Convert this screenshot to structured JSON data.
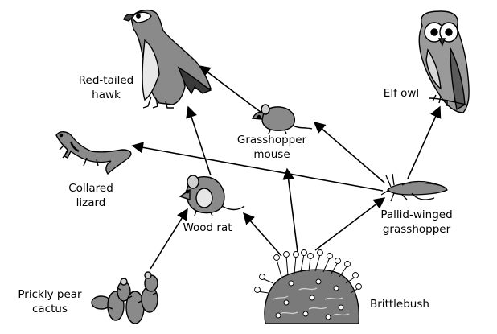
{
  "organisms": {
    "hawk": {
      "line1": "Red-tailed",
      "line2": "hawk",
      "icon": "hawk-icon"
    },
    "owl": {
      "line1": "Elf owl",
      "icon": "owl-icon"
    },
    "mouse": {
      "line1": "Grasshopper",
      "line2": "mouse",
      "icon": "mouse-icon"
    },
    "lizard": {
      "line1": "Collared",
      "line2": "lizard",
      "icon": "lizard-icon"
    },
    "woodrat": {
      "line1": "Wood rat",
      "icon": "rat-icon"
    },
    "grasshopper": {
      "line1": "Pallid-winged",
      "line2": "grasshopper",
      "icon": "grasshopper-icon"
    },
    "cactus": {
      "line1": "Prickly pear",
      "line2": "cactus",
      "icon": "cactus-icon"
    },
    "brittlebush": {
      "line1": "Brittlebush",
      "icon": "brittlebush-icon"
    }
  },
  "arrows": [
    {
      "from": "woodrat",
      "to": "hawk"
    },
    {
      "from": "mouse",
      "to": "hawk"
    },
    {
      "from": "grasshopper",
      "to": "lizard"
    },
    {
      "from": "grasshopper",
      "to": "mouse"
    },
    {
      "from": "grasshopper",
      "to": "owl"
    },
    {
      "from": "brittlebush",
      "to": "mouse"
    },
    {
      "from": "brittlebush",
      "to": "woodrat"
    },
    {
      "from": "brittlebush",
      "to": "grasshopper"
    },
    {
      "from": "cactus",
      "to": "woodrat"
    }
  ]
}
